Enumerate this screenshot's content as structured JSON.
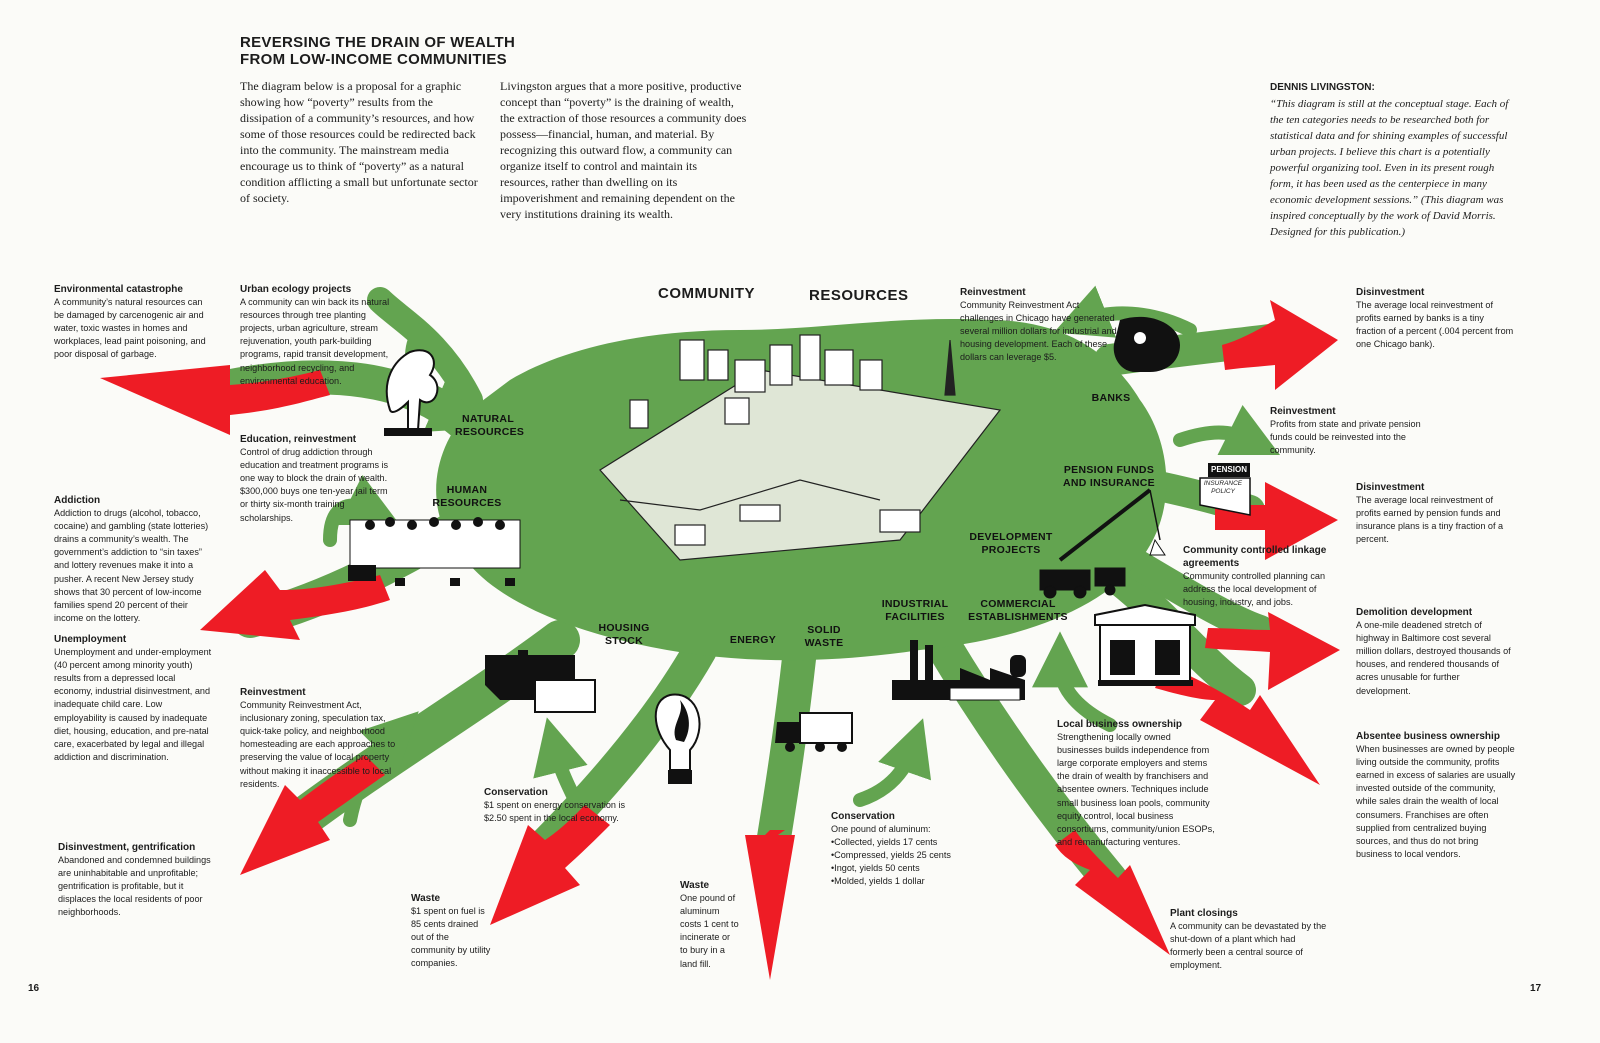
{
  "title": {
    "line1": "REVERSING THE DRAIN OF WEALTH",
    "line2": "FROM LOW-INCOME COMMUNITIES"
  },
  "intro": {
    "col1": "The diagram below is a proposal for a graphic showing how “poverty” results from the dissipation of a community’s resources, and how some of those resources could be redirected back into the community. The mainstream media encourage us to think of “poverty” as a natural condition afflicting a small but unfortunate sector of society.",
    "col2": "Livingston argues that a more positive, productive concept than “poverty” is the draining of wealth, the extraction of those resources a community does possess—financial, human, and material. By recognizing this outward flow, a community can organize itself to control and maintain its resources, rather than dwelling on its impoverishment and remaining dependent on the very institutions draining its wealth."
  },
  "quote": {
    "author": "DENNIS LIVINGSTON:",
    "text": "“This diagram is still at the conceptual stage. Each of the ten categories needs to be researched both for statistical data and for shining examples of successful urban projects. I believe this chart is a potentially powerful organizing tool. Even in its present rough form, it has been used as the centerpiece in many economic development sessions.” (This diagram was inspired conceptually by the work of David Morris. Designed for this publication.)"
  },
  "center": {
    "word1": "COMMUNITY",
    "word2": "RESOURCES"
  },
  "categories": {
    "natural": "NATURAL RESOURCES",
    "human": "HUMAN RESOURCES",
    "housing": "HOUSING STOCK",
    "energy": "ENERGY",
    "waste": "SOLID WASTE",
    "industrial": "INDUSTRIAL FACILITIES",
    "commercial": "COMMERCIAL ESTABLISHMENTS",
    "development": "DEVELOPMENT PROJECTS",
    "pension": "PENSION FUNDS AND INSURANCE",
    "banks": "BANKS",
    "pension_sign": "PENSION",
    "policy_sign": "INSURANCE POLICY"
  },
  "notes": {
    "env_cat": {
      "h": "Environmental catastrophe",
      "b": "A community’s natural resources can be damaged by carcenogenic air and water, toxic wastes in homes and workplaces, lead paint poisoning, and poor disposal of garbage."
    },
    "urban_eco": {
      "h": "Urban ecology projects",
      "b": "A community can win back its natural resources through tree planting projects, urban agriculture, stream rejuvenation, youth park-building programs, rapid transit development, neighborhood recycling, and environmental education."
    },
    "education": {
      "h": "Education, reinvestment",
      "b": "Control of drug addiction through education and treatment programs is one way to block the drain of wealth. $300,000 buys one ten-year jail term or thirty six-month training scholarships."
    },
    "addiction": {
      "h": "Addiction",
      "b": "Addiction to drugs (alcohol, tobacco, cocaine) and gambling (state lotteries) drains a community’s wealth. The government’s addiction to “sin taxes” and lottery revenues make it into a pusher. A recent New Jersey study shows that 30 percent of low-income families spend 20 percent of their income on the lottery."
    },
    "unemployment": {
      "h": "Unemployment",
      "b": "Unemployment and under-employment (40 percent among minority youth) results from a depressed local economy, industrial disinvestment, and inadequate child care. Low employability is caused by inadequate diet, housing, education, and pre-natal care, exacerbated by legal and illegal addiction and discrimination."
    },
    "reinvest_housing": {
      "h": "Reinvestment",
      "b": "Community Reinvestment Act, inclusionary zoning, speculation tax, quick-take policy, and neighborhood homesteading are each approaches to preserving the value of local property without making it inaccessible to local residents."
    },
    "gentrification": {
      "h": "Disinvestment, gentrification",
      "b": "Abandoned and condemned buildings are uninhabitable and unprofitable; gentrification is profitable, but it displaces the local residents of poor neighborhoods."
    },
    "conservation_energy": {
      "h": "Conservation",
      "b": "$1 spent on energy conservation is $2.50 spent in the local economy."
    },
    "waste_energy": {
      "h": "Waste",
      "b": "$1 spent on fuel is 85 cents drained out of the community by utility companies."
    },
    "waste_solid": {
      "h": "Waste",
      "b": "One pound of aluminum costs 1 cent to incinerate or to bury in a land fill."
    },
    "conservation_solid": {
      "h": "Conservation",
      "b": "One pound of aluminum:\n•Collected, yields 17 cents\n•Compressed, yields 25 cents\n•Ingot, yields 50 cents\n•Molded, yields 1 dollar"
    },
    "local_business": {
      "h": "Local business ownership",
      "b": "Strengthening locally owned businesses builds independence from large corporate employers and stems the drain of wealth by franchisers and absentee owners. Techniques include small business loan pools, community equity control, local business consortiums, community/union ESOPs, and remanufacturing ventures."
    },
    "plant_closings": {
      "h": "Plant closings",
      "b": "A community can be devastated by the shut-down of a plant which had formerly been a central source of employment."
    },
    "reinvest_banks": {
      "h": "Reinvestment",
      "b": "Community Reinvestment Act challenges in Chicago have generated several million dollars for industrial and housing development. Each of these dollars can leverage $5."
    },
    "disinvest_banks": {
      "h": "Disinvestment",
      "b": "The average local reinvestment of profits earned by banks is a tiny fraction of a percent (.004 percent from one Chicago bank)."
    },
    "reinvest_pension": {
      "h": "Reinvestment",
      "b": "Profits from state and private pension funds could be reinvested into the community."
    },
    "disinvest_pension": {
      "h": "Disinvestment",
      "b": "The average local reinvestment of profits earned by pension funds and insurance plans is a tiny fraction of a percent."
    },
    "linkage": {
      "h": "Community controlled linkage agreements",
      "b": "Community controlled planning can address the local development of housing, industry, and jobs."
    },
    "demolition": {
      "h": "Demolition development",
      "b": "A one-mile deadened stretch of highway in Baltimore cost several million dollars, destroyed thousands of houses, and rendered thousands of acres unusable for further development."
    },
    "absentee": {
      "h": "Absentee business ownership",
      "b": "When businesses are owned by people living outside the community, profits earned in excess of salaries are usually invested outside of the community, while sales drain the wealth of local consumers. Franchises are often supplied from centralized buying sources, and thus do not bring business to local vendors."
    }
  },
  "pages": {
    "left": "16",
    "right": "17"
  },
  "colors": {
    "green": "#63a450",
    "red": "#ee1c25",
    "ink": "#1c1c1c"
  }
}
